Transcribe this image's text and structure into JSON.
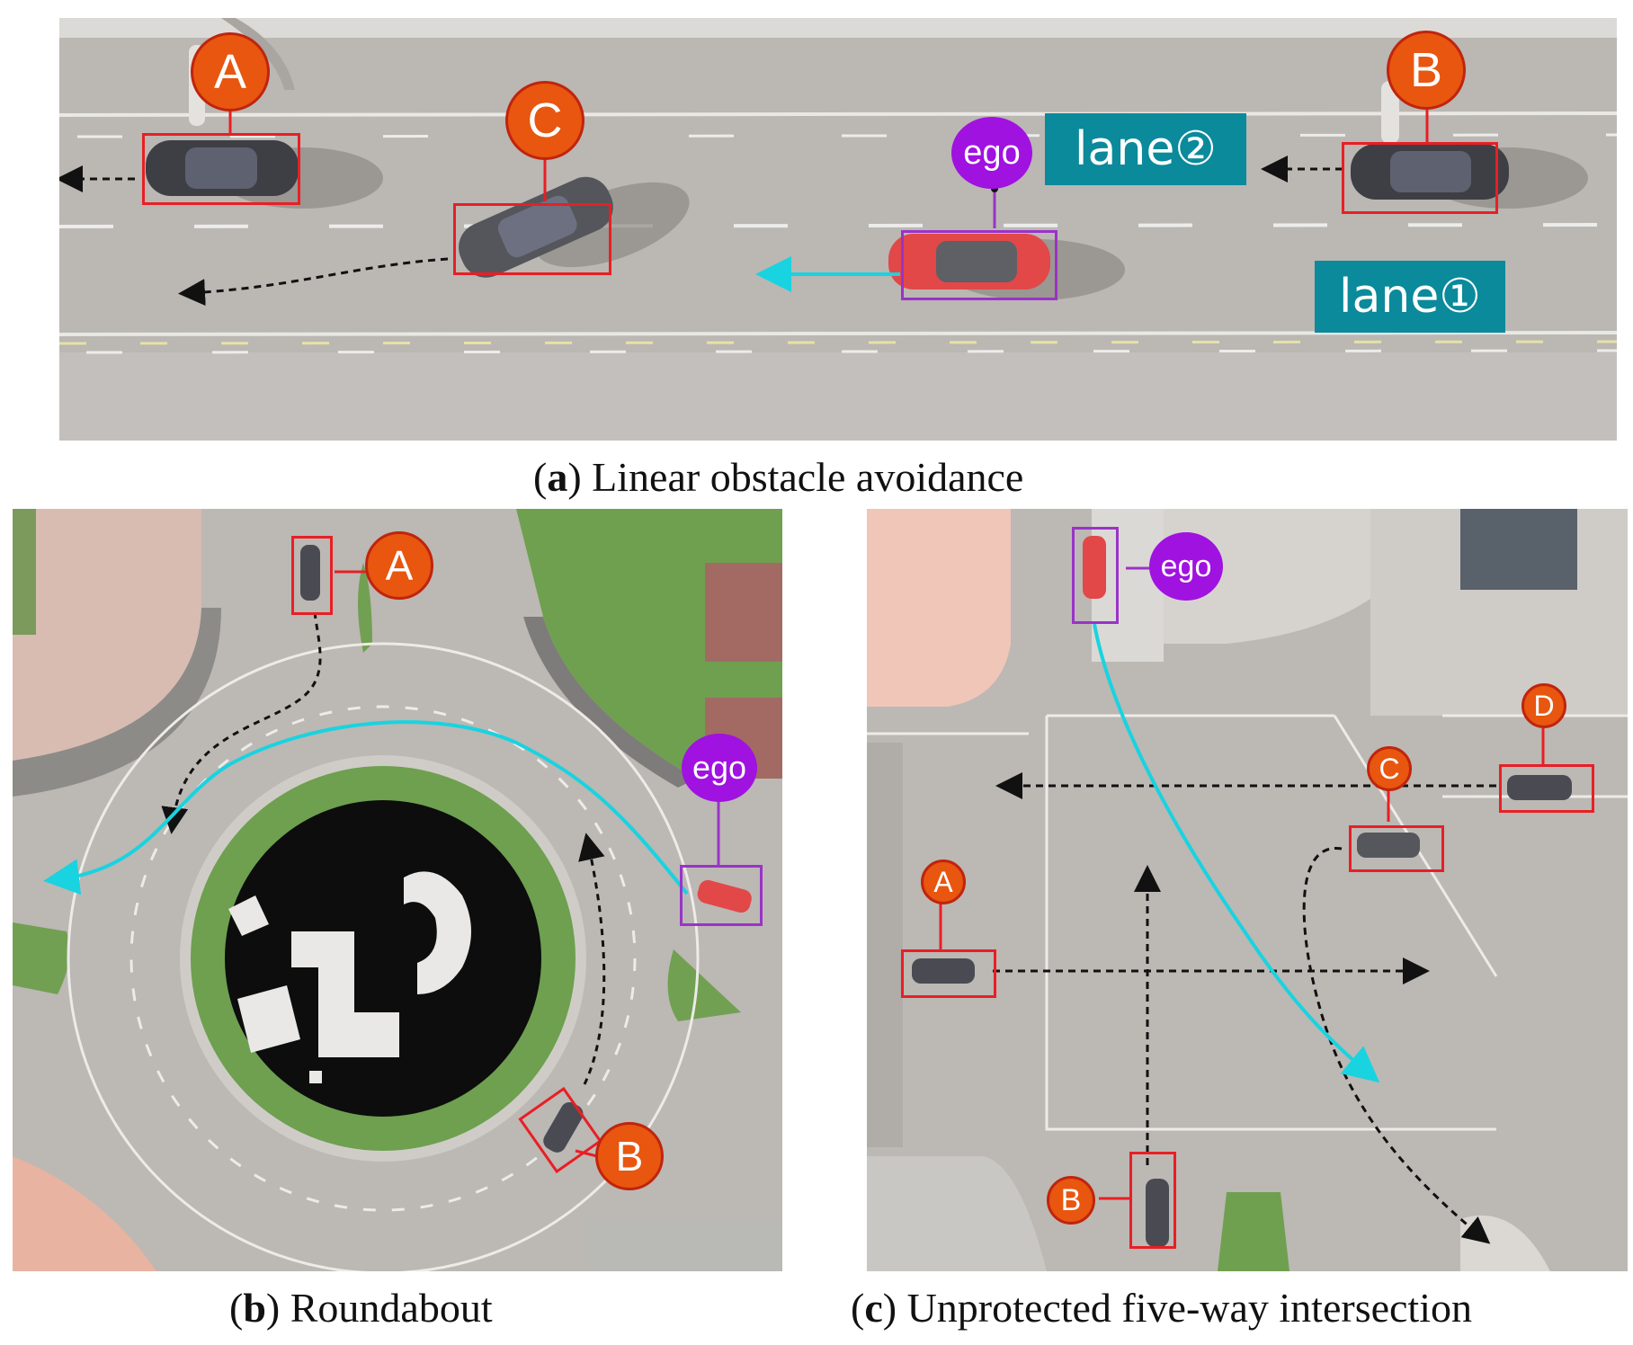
{
  "panel_a": {
    "caption_letter": "a",
    "caption_text": " Linear obstacle avoidance",
    "labels": {
      "A": "A",
      "B": "B",
      "C": "C",
      "ego": "ego"
    },
    "lane2": "lane②",
    "lane1": "lane①"
  },
  "panel_b": {
    "caption_letter": "b",
    "caption_text": " Roundabout",
    "labels": {
      "A": "A",
      "B": "B",
      "ego": "ego"
    }
  },
  "panel_c": {
    "caption_letter": "c",
    "caption_text": " Unprotected five-way intersection",
    "labels": {
      "A": "A",
      "B": "B",
      "C": "C",
      "D": "D",
      "ego": "ego"
    }
  },
  "colors": {
    "obstacle_box": "#e81f25",
    "ego_box": "#9a33c8",
    "ego_badge": "#a012e0",
    "obstacle_badge": "#e8560f",
    "ego_path": "#19d3e0",
    "obstacle_path": "#111111",
    "lane_label": "#0a8a9b"
  }
}
